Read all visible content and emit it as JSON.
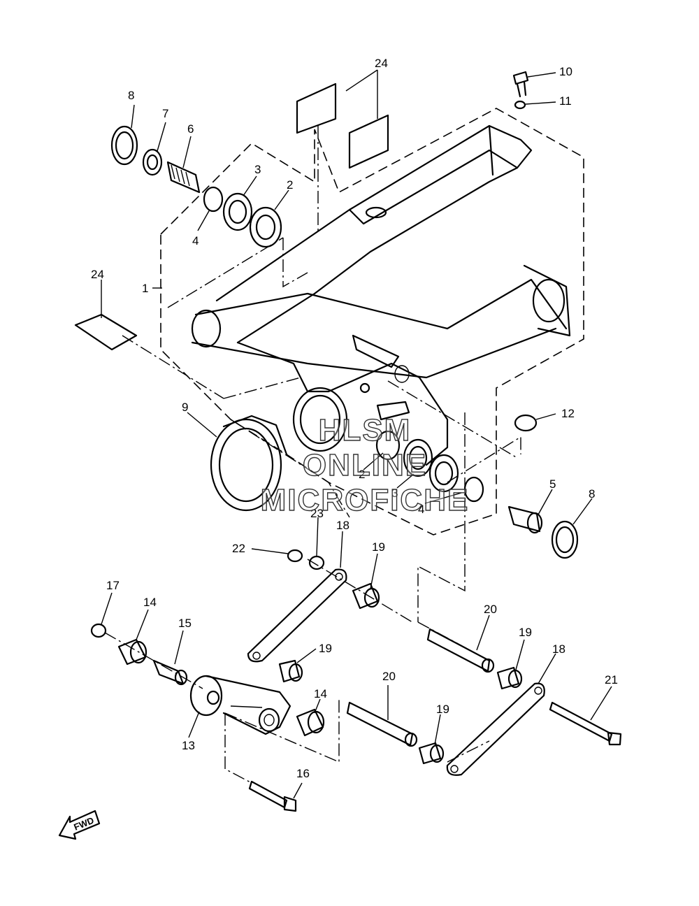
{
  "watermark": {
    "line1": "HLSM",
    "line2": "ONLINE",
    "line3": "MICROFICHE"
  },
  "direction_label": "FWD",
  "callouts": {
    "c1": "1",
    "c2a": "2",
    "c2b": "2",
    "c3a": "3",
    "c3b": "3",
    "c4a": "4",
    "c4b": "4",
    "c5": "5",
    "c6": "6",
    "c7": "7",
    "c8a": "8",
    "c8b": "8",
    "c9": "9",
    "c10": "10",
    "c11": "11",
    "c12": "12",
    "c13": "13",
    "c14a": "14",
    "c14b": "14",
    "c15": "15",
    "c16": "16",
    "c17": "17",
    "c18a": "18",
    "c18b": "18",
    "c19a": "19",
    "c19b": "19",
    "c19c": "19",
    "c19d": "19",
    "c20a": "20",
    "c20b": "20",
    "c21": "21",
    "c22": "22",
    "c23": "23",
    "c24a": "24",
    "c24b": "24"
  }
}
